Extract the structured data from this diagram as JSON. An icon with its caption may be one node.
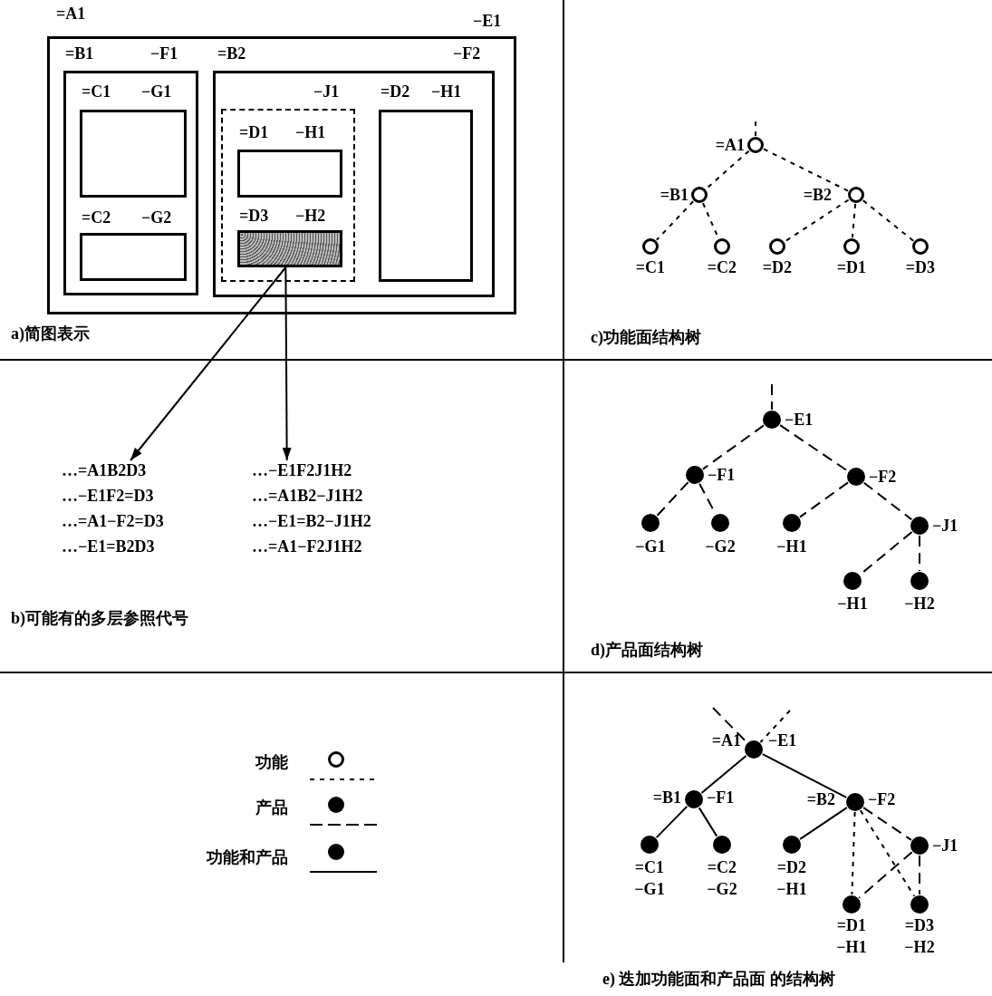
{
  "diagram": {
    "nodes": [
      {
        "text": [
          "=A1",
          "−E1"
        ]
      },
      {
        "text": [
          "=B1",
          "−F1"
        ],
        "in": 0
      },
      {
        "text": [
          "=C1",
          "−G1"
        ],
        "in": 1
      },
      {
        "text": [
          "=C2",
          "−G2"
        ],
        "in": 1
      },
      {
        "text": [
          "=B2",
          "−F2"
        ],
        "in": 0
      },
      {
        "text": [
          "−J1"
        ],
        "in": 4
      },
      {
        "text": [
          "=D1",
          "−H1"
        ],
        "in": 5
      },
      {
        "text": [
          "=D3",
          "−H2"
        ],
        "in": 5
      },
      {
        "text": [
          "=D2",
          "−H1"
        ],
        "in": 4
      },
      {
        "text": [
          "…=A1B2D3",
          "…−E1F2=D3",
          "…=A1−F2=D3",
          "…−E1=B2D3"
        ]
      },
      {
        "text": [
          "…−E1F2J1H2",
          "…=A1B2−J1H2",
          "…−E1=B2−J1H2",
          "…=A1−F2J1H2"
        ]
      },
      {
        "text": [],
        "shape": "circle",
        "beside": [
          "=A1"
        ]
      },
      {
        "text": [],
        "shape": "circle",
        "beside": [
          "=B1"
        ]
      },
      {
        "text": [],
        "shape": "circle",
        "beside": [
          "=B2"
        ]
      },
      {
        "text": [],
        "shape": "circle",
        "beside": [
          "=C1"
        ]
      },
      {
        "text": [],
        "shape": "circle",
        "beside": [
          "=C2"
        ]
      },
      {
        "text": [],
        "shape": "circle",
        "beside": [
          "=D2"
        ]
      },
      {
        "text": [],
        "shape": "circle",
        "beside": [
          "=D1"
        ]
      },
      {
        "text": [],
        "shape": "circle",
        "beside": [
          "=D3"
        ]
      },
      {
        "text": [],
        "shape": "circle",
        "beside": [
          "−E1"
        ]
      },
      {
        "text": [],
        "shape": "circle",
        "beside": [
          "−F1"
        ]
      },
      {
        "text": [],
        "shape": "circle",
        "beside": [
          "−F2"
        ]
      },
      {
        "text": [],
        "shape": "circle",
        "beside": [
          "−G1"
        ]
      },
      {
        "text": [],
        "shape": "circle",
        "beside": [
          "−G2"
        ]
      },
      {
        "text": [],
        "shape": "circle",
        "beside": [
          "−H1"
        ]
      },
      {
        "text": [],
        "shape": "circle",
        "beside": [
          "−J1"
        ]
      },
      {
        "text": [],
        "shape": "circle",
        "beside": [
          "−H1"
        ]
      },
      {
        "text": [],
        "shape": "circle",
        "beside": [
          "−H2"
        ]
      },
      {
        "text": [],
        "shape": "circle",
        "beside": [
          "=A1",
          "−E1"
        ]
      },
      {
        "text": [],
        "shape": "circle",
        "beside": [
          "=B1",
          "−F1"
        ]
      },
      {
        "text": [],
        "shape": "circle",
        "beside": [
          "=B2",
          "−F2"
        ]
      },
      {
        "text": [],
        "shape": "circle",
        "beside": [
          "=C1",
          "−G1"
        ]
      },
      {
        "text": [],
        "shape": "circle",
        "beside": [
          "=C2",
          "−G2"
        ]
      },
      {
        "text": [],
        "shape": "circle",
        "beside": [
          "=D2",
          "−H1"
        ]
      },
      {
        "text": [],
        "shape": "circle",
        "beside": [
          "−J1"
        ]
      },
      {
        "text": [],
        "shape": "circle",
        "beside": [
          "=D1",
          "−H1"
        ]
      },
      {
        "text": [],
        "shape": "circle",
        "beside": [
          "=D3",
          "−H2"
        ]
      }
    ],
    "edges": [
      {
        "from": 7,
        "to": 9,
        "arrow": "to"
      },
      {
        "from": 7,
        "to": 10,
        "arrow": "to"
      },
      {
        "from": null,
        "to": 11,
        "arrow": "none",
        "style": "dashed"
      },
      {
        "from": 11,
        "to": 12,
        "arrow": "none",
        "style": "dashed"
      },
      {
        "from": 11,
        "to": 13,
        "arrow": "none",
        "style": "dashed"
      },
      {
        "from": 12,
        "to": 14,
        "arrow": "none",
        "style": "dashed"
      },
      {
        "from": 12,
        "to": 15,
        "arrow": "none",
        "style": "dashed"
      },
      {
        "from": 13,
        "to": 16,
        "arrow": "none",
        "style": "dashed"
      },
      {
        "from": 13,
        "to": 17,
        "arrow": "none",
        "style": "dashed"
      },
      {
        "from": 13,
        "to": 18,
        "arrow": "none",
        "style": "dashed"
      },
      {
        "from": null,
        "to": 19,
        "arrow": "none",
        "style": "dashed"
      },
      {
        "from": 19,
        "to": 20,
        "arrow": "none",
        "style": "dashed"
      },
      {
        "from": 19,
        "to": 21,
        "arrow": "none",
        "style": "dashed"
      },
      {
        "from": 20,
        "to": 22,
        "arrow": "none",
        "style": "dashed"
      },
      {
        "from": 20,
        "to": 23,
        "arrow": "none",
        "style": "dashed"
      },
      {
        "from": 21,
        "to": 24,
        "arrow": "none",
        "style": "dashed"
      },
      {
        "from": 21,
        "to": 25,
        "arrow": "none",
        "style": "dashed"
      },
      {
        "from": 25,
        "to": 26,
        "arrow": "none",
        "style": "dashed"
      },
      {
        "from": 25,
        "to": 27,
        "arrow": "none",
        "style": "dashed"
      },
      {
        "from": null,
        "to": 28,
        "arrow": "none",
        "style": "dashed"
      },
      {
        "from": null,
        "to": 28,
        "arrow": "none",
        "style": "dashed"
      },
      {
        "from": 28,
        "to": 29,
        "arrow": "none"
      },
      {
        "from": 28,
        "to": 30,
        "arrow": "none"
      },
      {
        "from": 29,
        "to": 31,
        "arrow": "none"
      },
      {
        "from": 29,
        "to": 32,
        "arrow": "none"
      },
      {
        "from": 30,
        "to": 33,
        "arrow": "none"
      },
      {
        "from": 30,
        "to": 35,
        "arrow": "none",
        "style": "dashed"
      },
      {
        "from": 30,
        "to": 36,
        "arrow": "none",
        "style": "dashed"
      },
      {
        "from": 30,
        "to": 34,
        "arrow": "none",
        "style": "dashed"
      },
      {
        "from": 34,
        "to": 35,
        "arrow": "none",
        "style": "dashed"
      },
      {
        "from": 34,
        "to": 36,
        "arrow": "none",
        "style": "dashed"
      }
    ],
    "labels": [
      "a)简图表示",
      "b)可能有的多层参照代号",
      "c)功能面结构树",
      "d)产品面结构树",
      "e) 迭加功能面和产品面 的结构树"
    ],
    "legend": [
      {
        "text": "功能"
      },
      {
        "text": "产品"
      },
      {
        "text": "功能和产品"
      }
    ]
  }
}
